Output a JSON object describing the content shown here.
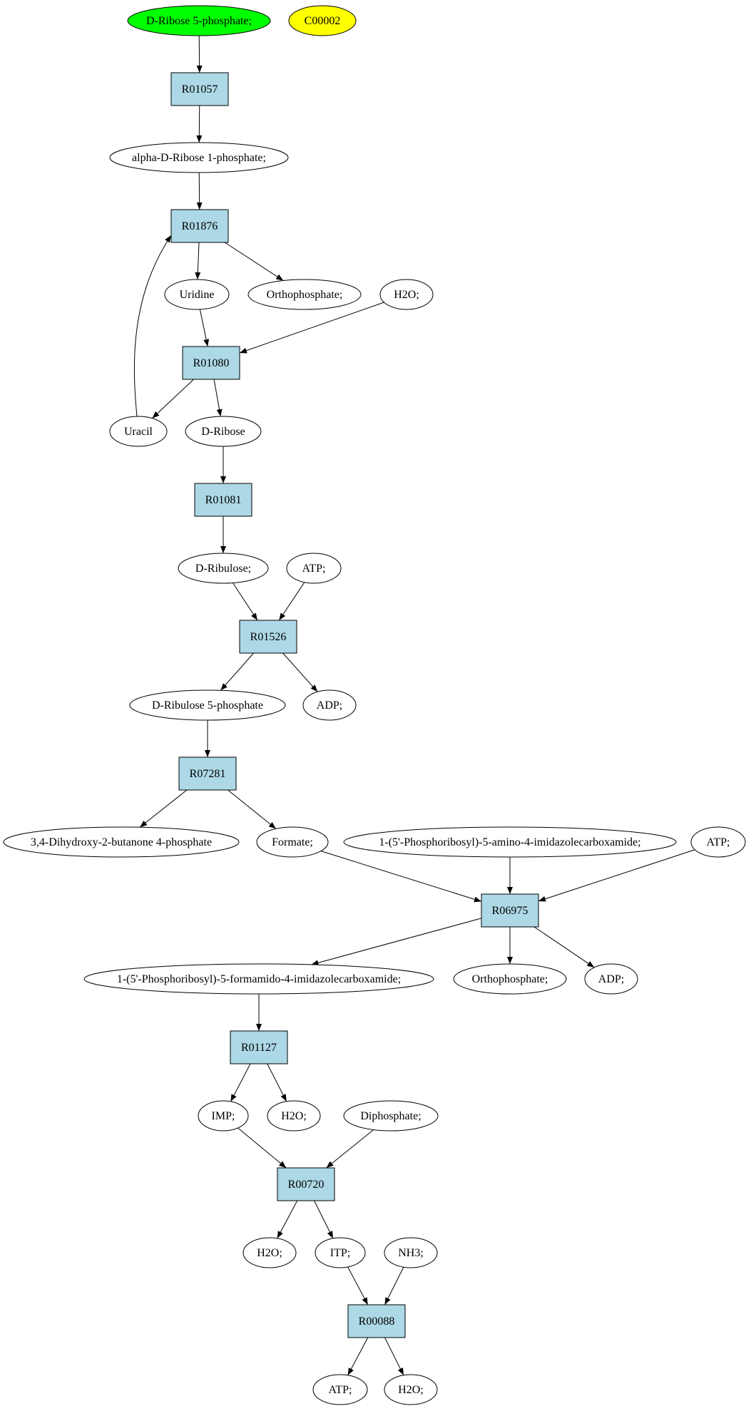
{
  "colors": {
    "reaction": "#add8e6",
    "start": "#00ff00",
    "target": "#ffff00",
    "compound": "#ffffff",
    "stroke": "#000000"
  },
  "compounds": {
    "c_r5p": "D-Ribose 5-phosphate;",
    "c_c00002": "C00002",
    "c_adr1p": "alpha-D-Ribose 1-phosphate;",
    "c_uridine": "Uridine",
    "c_ortho1": "Orthophosphate;",
    "c_h2o1": "H2O;",
    "c_uracil": "Uracil",
    "c_dribose": "D-Ribose",
    "c_dribulose": "D-Ribulose;",
    "c_atp1": "ATP;",
    "c_dru5p": "D-Ribulose 5-phosphate",
    "c_adp1": "ADP;",
    "c_dhbp": "3,4-Dihydroxy-2-butanone 4-phosphate",
    "c_formate": "Formate;",
    "c_aicar": "1-(5'-Phosphoribosyl)-5-amino-4-imidazolecarboxamide;",
    "c_atp2": "ATP;",
    "c_faicar": "1-(5'-Phosphoribosyl)-5-formamido-4-imidazolecarboxamide;",
    "c_ortho2": "Orthophosphate;",
    "c_adp2": "ADP;",
    "c_imp": "IMP;",
    "c_h2o2": "H2O;",
    "c_diphosphate": "Diphosphate;",
    "c_h2o3": "H2O;",
    "c_itp": "ITP;",
    "c_nh3": "NH3;",
    "c_atp3": "ATP;",
    "c_h2o4": "H2O;"
  },
  "reactions": {
    "r_R01057": "R01057",
    "r_R01876": "R01876",
    "r_R01080": "R01080",
    "r_R01081": "R01081",
    "r_R01526": "R01526",
    "r_R07281": "R07281",
    "r_R06975": "R06975",
    "r_R01127": "R01127",
    "r_R00720": "R00720",
    "r_R00088": "R00088"
  },
  "edges": [
    [
      "c_r5p",
      "r_R01057"
    ],
    [
      "r_R01057",
      "c_adr1p"
    ],
    [
      "c_adr1p",
      "r_R01876"
    ],
    [
      "r_R01876",
      "c_uridine"
    ],
    [
      "r_R01876",
      "c_ortho1"
    ],
    [
      "c_uridine",
      "r_R01080"
    ],
    [
      "c_h2o1",
      "r_R01080"
    ],
    [
      "r_R01080",
      "c_uracil"
    ],
    [
      "r_R01080",
      "c_dribose"
    ],
    [
      "c_uracil",
      "r_R01876"
    ],
    [
      "c_dribose",
      "r_R01081"
    ],
    [
      "r_R01081",
      "c_dribulose"
    ],
    [
      "c_dribulose",
      "r_R01526"
    ],
    [
      "c_atp1",
      "r_R01526"
    ],
    [
      "r_R01526",
      "c_dru5p"
    ],
    [
      "r_R01526",
      "c_adp1"
    ],
    [
      "c_dru5p",
      "r_R07281"
    ],
    [
      "r_R07281",
      "c_dhbp"
    ],
    [
      "r_R07281",
      "c_formate"
    ],
    [
      "c_formate",
      "r_R06975"
    ],
    [
      "c_aicar",
      "r_R06975"
    ],
    [
      "c_atp2",
      "r_R06975"
    ],
    [
      "r_R06975",
      "c_faicar"
    ],
    [
      "r_R06975",
      "c_ortho2"
    ],
    [
      "r_R06975",
      "c_adp2"
    ],
    [
      "c_faicar",
      "r_R01127"
    ],
    [
      "r_R01127",
      "c_imp"
    ],
    [
      "r_R01127",
      "c_h2o2"
    ],
    [
      "c_imp",
      "r_R00720"
    ],
    [
      "c_diphosphate",
      "r_R00720"
    ],
    [
      "r_R00720",
      "c_h2o3"
    ],
    [
      "r_R00720",
      "c_itp"
    ],
    [
      "c_itp",
      "r_R00088"
    ],
    [
      "c_nh3",
      "r_R00088"
    ],
    [
      "r_R00088",
      "c_atp3"
    ],
    [
      "r_R00088",
      "c_h2o4"
    ]
  ]
}
